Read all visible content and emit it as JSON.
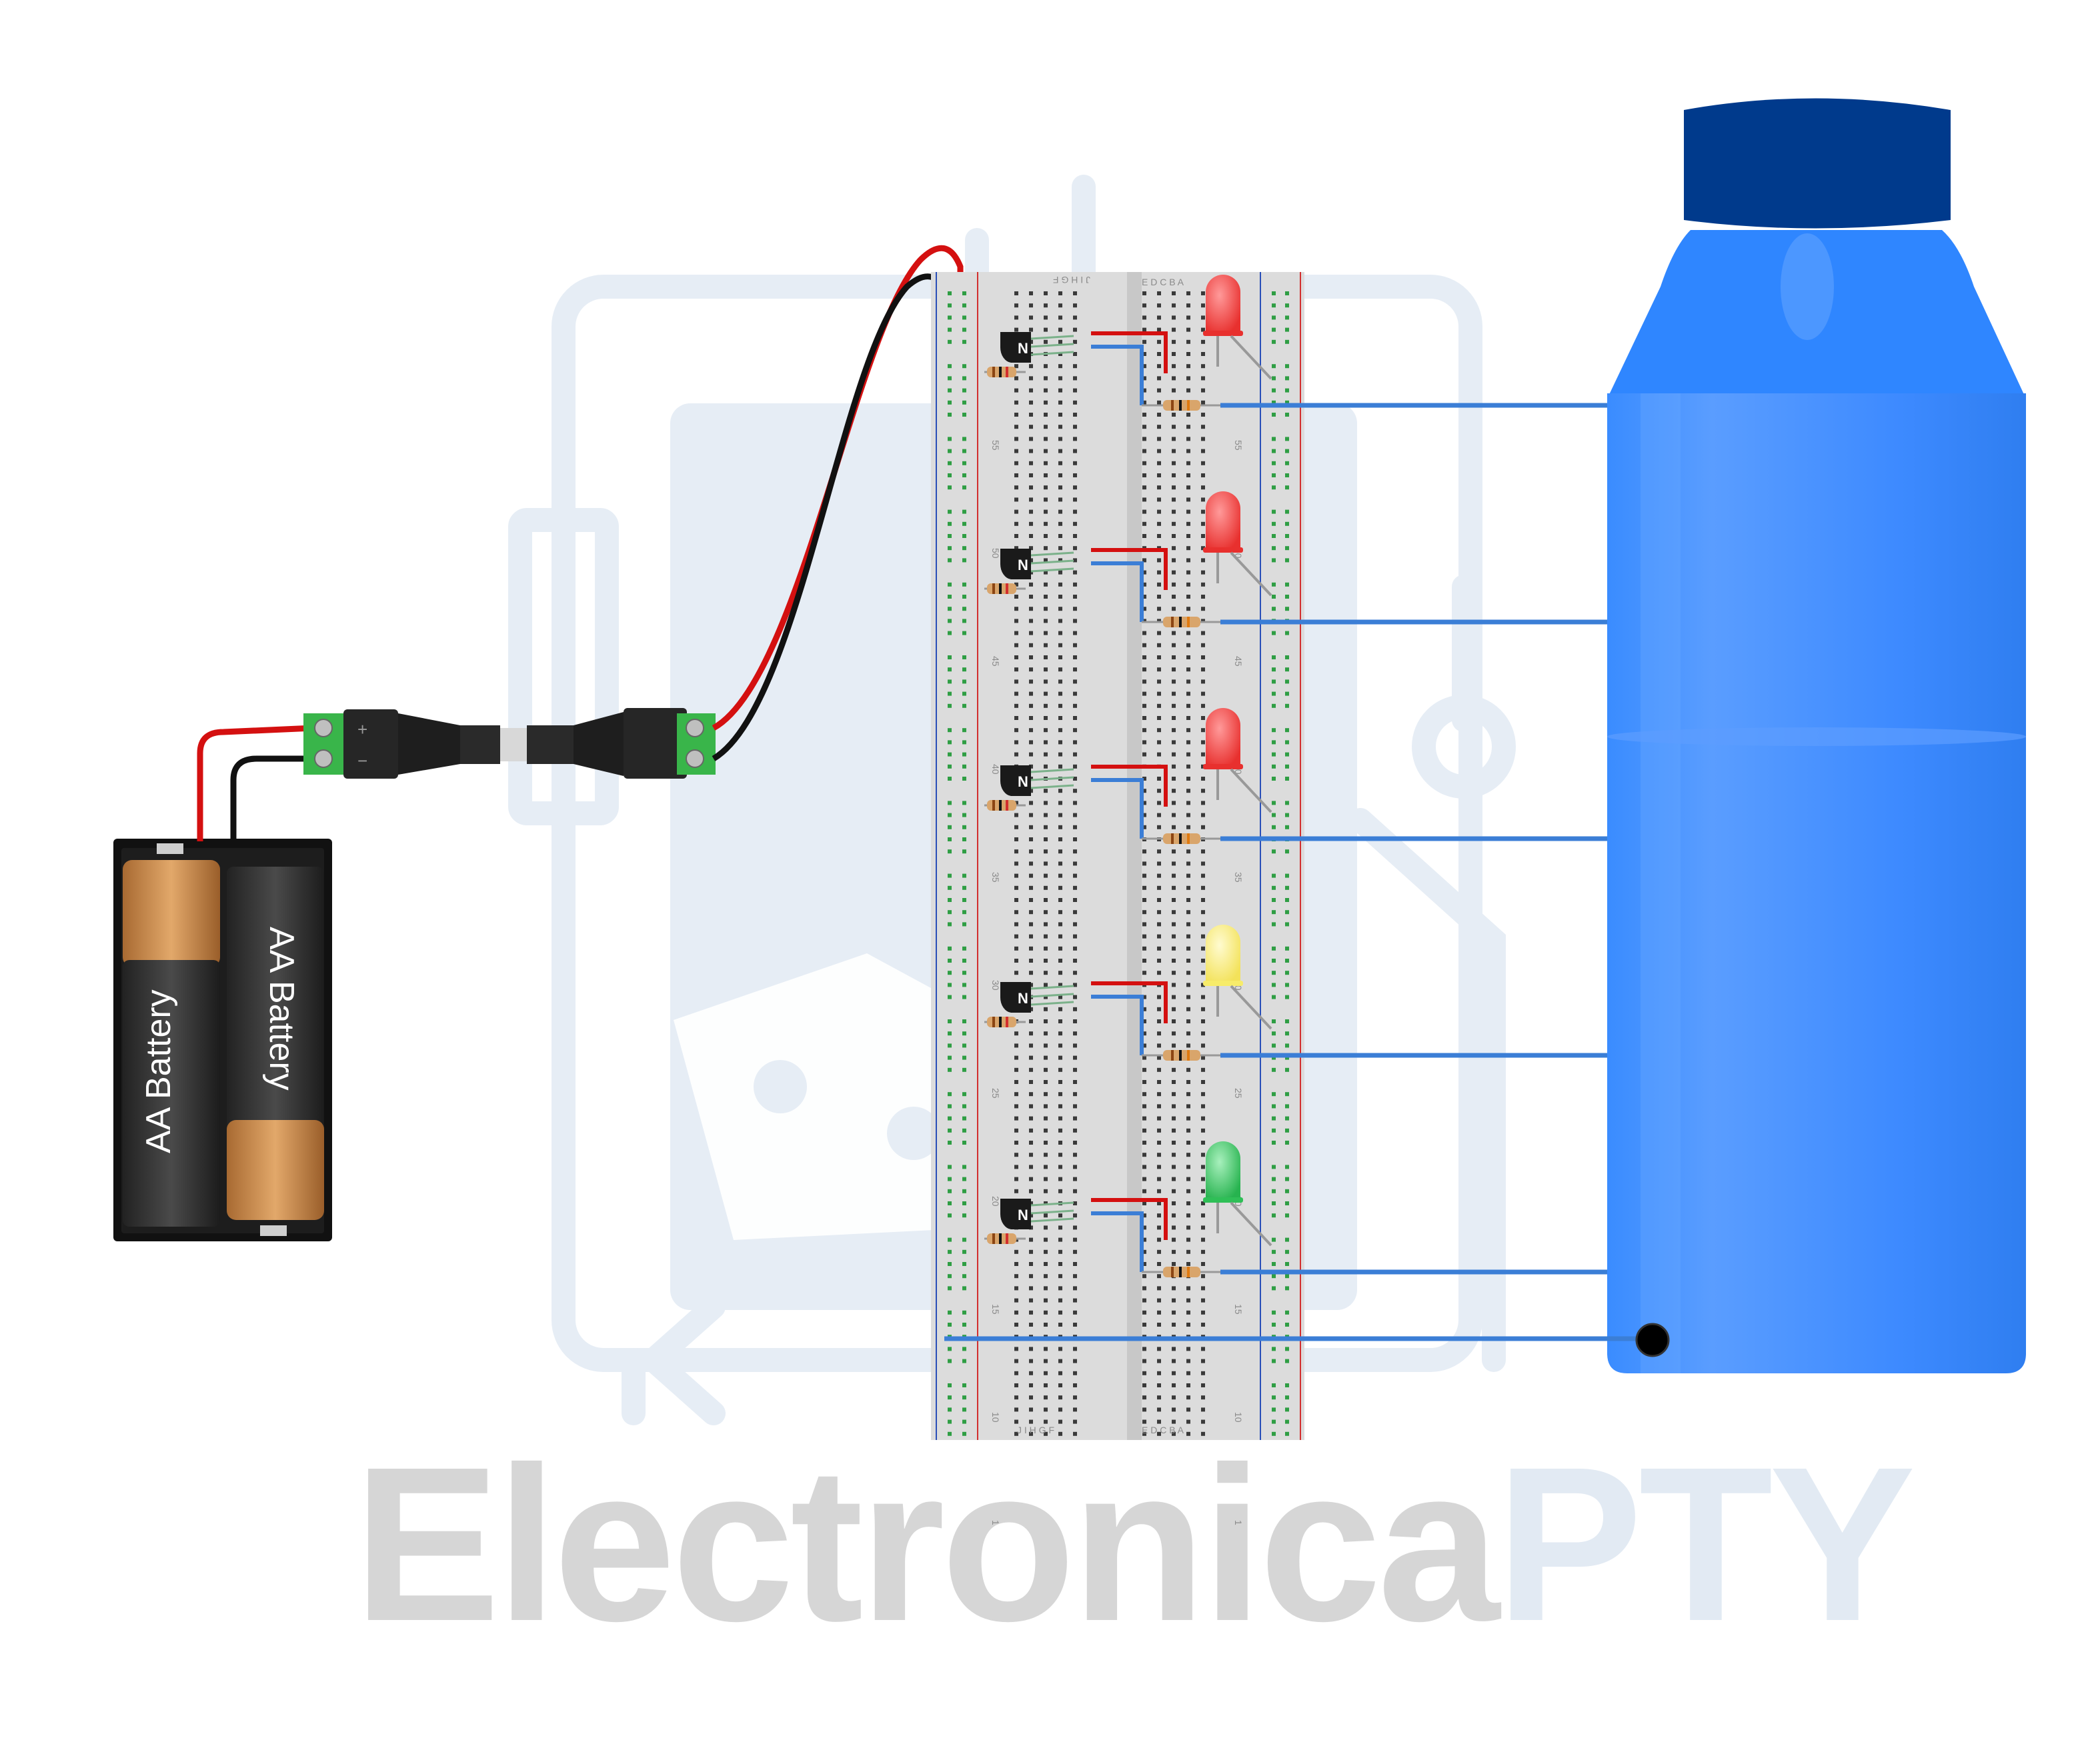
{
  "watermark": {
    "brand_part1": "Electronica",
    "brand_part2": "PTY",
    "color_part1": "#d6d6d6",
    "color_part2": "#e2eaf3",
    "logo_color": "#e6edf5"
  },
  "battery_pack": {
    "cell_label": "AA Battery",
    "cells": [
      {
        "label": "AA Battery"
      },
      {
        "label": "AA Battery"
      }
    ],
    "terminal_plus": "+",
    "terminal_minus": "−"
  },
  "breadboard": {
    "column_letters_left": "J I H G F",
    "column_letters_right": "E D C B A",
    "row_numbers": [
      "55",
      "50",
      "45",
      "40",
      "35",
      "30",
      "25",
      "20",
      "15",
      "10",
      "1"
    ],
    "transistor_mark": "N",
    "rail_colors": {
      "positive": "#d22f2f",
      "negative": "#2a4fb8"
    }
  },
  "led_stages": [
    {
      "led_color": "#e8302e",
      "probe_color": "#e11b1b"
    },
    {
      "led_color": "#e8302e",
      "probe_color": "#e11b1b"
    },
    {
      "led_color": "#e8302e",
      "probe_color": "#e4e91a"
    },
    {
      "led_color": "#f7ec6a",
      "probe_color": "#16922b"
    },
    {
      "led_color": "#2fbf57",
      "probe_color": "#000000"
    }
  ],
  "common_probe": {
    "probe_color": "#000000"
  },
  "wires": {
    "positive": "#d41010",
    "negative": "#111111",
    "signal": "#3b7ed6"
  },
  "bottle": {
    "body_color": "#2f86ff",
    "cap_color": "#003a8c"
  }
}
